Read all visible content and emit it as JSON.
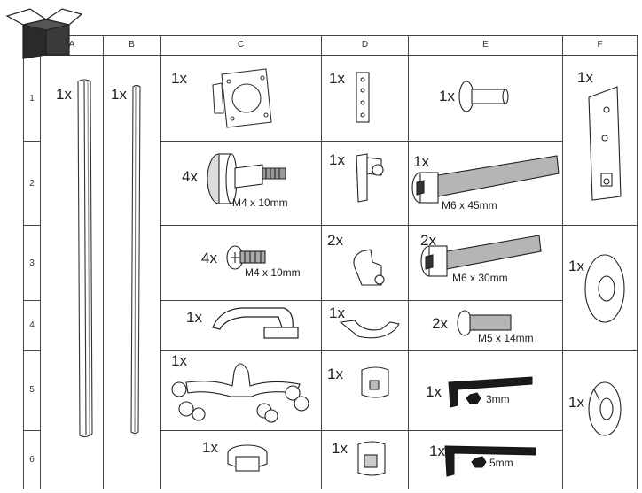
{
  "columns": [
    "A",
    "B",
    "C",
    "D",
    "E",
    "F"
  ],
  "rows": [
    "1",
    "2",
    "3",
    "4",
    "5",
    "6"
  ],
  "parts": {
    "A1": {
      "qty": "1x"
    },
    "B1": {
      "qty": "1x"
    },
    "C1": {
      "qty": "1x"
    },
    "C2": {
      "qty": "4x",
      "size": "M4 x 10mm"
    },
    "C3": {
      "qty": "4x",
      "size": "M4 x 10mm"
    },
    "C4": {
      "qty": "1x"
    },
    "C5": {
      "qty": "1x"
    },
    "C6": {
      "qty": "1x"
    },
    "D1": {
      "qty": "1x"
    },
    "D2": {
      "qty": "1x"
    },
    "D3": {
      "qty": "2x"
    },
    "D4": {
      "qty": "1x"
    },
    "D5": {
      "qty": "1x"
    },
    "D6": {
      "qty": "1x"
    },
    "E1": {
      "qty": "1x"
    },
    "E2": {
      "qty": "1x",
      "size": "M6 x 45mm"
    },
    "E3": {
      "qty": "2x",
      "size": "M6 x 30mm"
    },
    "E4": {
      "qty": "2x",
      "size": "M5 x 14mm"
    },
    "E5": {
      "qty": "1x",
      "size": "3mm"
    },
    "E6": {
      "qty": "1x",
      "size": "5mm"
    },
    "F1": {
      "qty": "1x"
    },
    "F3": {
      "qty": "1x"
    },
    "F5": {
      "qty": "1x"
    }
  },
  "colors": {
    "line": "#333333",
    "part_fill": "#ffffff",
    "part_shade": "#e6e6e6",
    "dark": "#1a1a1a"
  }
}
